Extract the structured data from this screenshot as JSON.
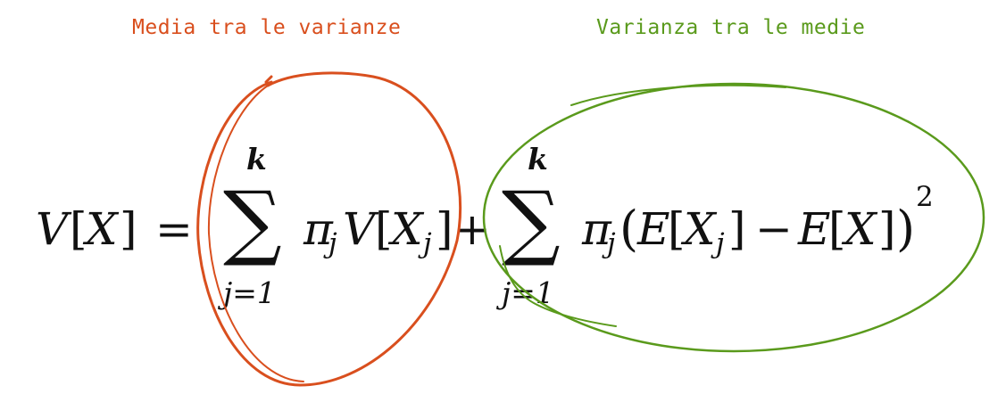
{
  "annotations": {
    "left_label": "Media tra le varianze",
    "right_label": "Varianza tra le medie",
    "left_color": "#d94f1e",
    "right_color": "#5a9a1c"
  },
  "formula": {
    "lhs_V": "V",
    "lhs_open": "[",
    "lhs_X": "X",
    "lhs_close": "]",
    "equals": "=",
    "sum1_upper": "k",
    "sum1_symbol": "∑",
    "sum1_lower": "j=1",
    "term1_pi": "π",
    "term1_pi_sub": "j",
    "term1_V": "V",
    "term1_open": "[",
    "term1_X": "X",
    "term1_X_sub": "j",
    "term1_close": "]",
    "plus": "+",
    "sum2_upper": "k",
    "sum2_symbol": "∑",
    "sum2_lower": "j=1",
    "term2_pi": "π",
    "term2_pi_sub": "j",
    "term2_paren_open": "(",
    "term2_E1": "E",
    "term2_open1": "[",
    "term2_X1": "X",
    "term2_X1_sub": "j",
    "term2_close1": "]",
    "minus": "−",
    "term2_E2": "E",
    "term2_open2": "[",
    "term2_X2": "X",
    "term2_close2": "]",
    "term2_paren_close": ")",
    "exponent": "2"
  }
}
